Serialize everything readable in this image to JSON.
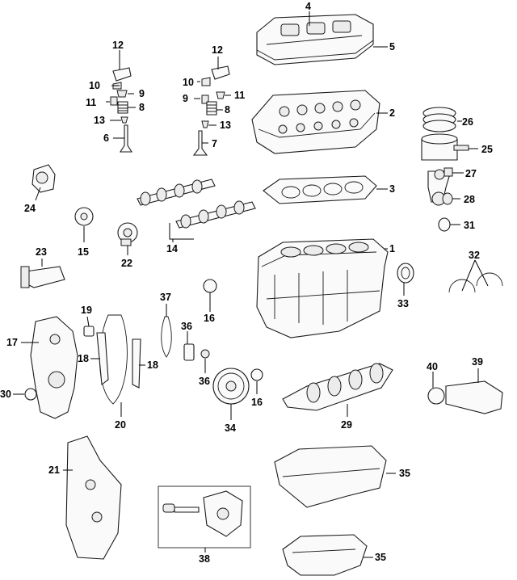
{
  "callouts": {
    "c1": "1",
    "c2": "2",
    "c3": "3",
    "c4": "4",
    "c5": "5",
    "c6": "6",
    "c7": "7",
    "c8a": "8",
    "c8b": "8",
    "c9a": "9",
    "c9b": "9",
    "c10a": "10",
    "c10b": "10",
    "c11a": "11",
    "c11b": "11",
    "c12a": "12",
    "c12b": "12",
    "c13a": "13",
    "c13b": "13",
    "c14": "14",
    "c15": "15",
    "c16a": "16",
    "c16b": "16",
    "c17": "17",
    "c18a": "18",
    "c18b": "18",
    "c19": "19",
    "c20": "20",
    "c21": "21",
    "c22": "22",
    "c23": "23",
    "c24": "24",
    "c25": "25",
    "c26": "26",
    "c27": "27",
    "c28": "28",
    "c29": "29",
    "c30": "30",
    "c31": "31",
    "c32": "32",
    "c33": "33",
    "c34": "34",
    "c35a": "35",
    "c35b": "35",
    "c36a": "36",
    "c36b": "36",
    "c37": "37",
    "c38": "38",
    "c39": "39",
    "c40": "40"
  }
}
